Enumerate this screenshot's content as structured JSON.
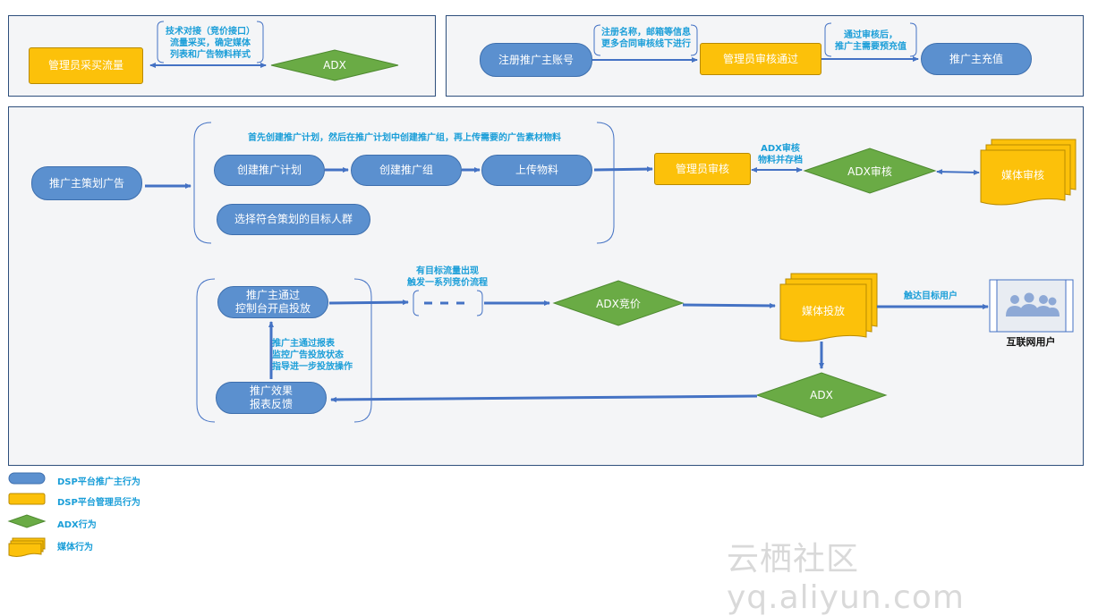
{
  "top_left": {
    "admin_buy_traffic": "管理员采买流量",
    "note_tech": "技术对接（竞价接口）\n流量采买，确定媒体\n列表和广告物料样式",
    "adx": "ADX"
  },
  "top_right": {
    "register": "注册推广主账号",
    "note_register": "注册名称，邮箱等信息\n更多合同审核线下进行",
    "admin_review_pass": "管理员审核通过",
    "note_prepay": "通过审核后，\n推广主需要预充值",
    "recharge": "推广主充值"
  },
  "main": {
    "plan_ads": "推广主策划广告",
    "note_create": "首先创建推广计划，然后在推广计划中创建推广组，再上传需要的广告素材物料",
    "create_plan": "创建推广计划",
    "create_group": "创建推广组",
    "upload": "上传物料",
    "select_audience": "选择符合策划的目标人群",
    "admin_review": "管理员审核",
    "note_adx_review": "ADX审核\n物料并存档",
    "adx_review": "ADX审核",
    "media_review": "媒体审核",
    "console_start": "推广主通过\n控制台开启投放",
    "note_bidding": "有目标流量出现\n触发一系列竞价流程",
    "adx_bid": "ADX竞价",
    "media_deliver": "媒体投放",
    "note_reach": "触达目标用户",
    "internet_users": "互联网用户",
    "note_report": "推广主通过报表\n监控广告投放状态\n指导进一步投放操作",
    "report": "推广效果\n报表反馈",
    "adx_bottom": "ADX"
  },
  "legend": [
    {
      "label": "DSP平台推广主行为",
      "shape": "rounded-blue"
    },
    {
      "label": "DSP平台管理员行为",
      "shape": "rounded-yellow"
    },
    {
      "label": "ADX行为",
      "shape": "diamond-green"
    },
    {
      "label": "媒体行为",
      "shape": "document-yellow"
    }
  ],
  "watermark": "云栖社区 yq.aliyun.com",
  "colors": {
    "advertiser": "#5b90cf",
    "admin": "#fcc10a",
    "adx": "#6aab45",
    "arrow": "#4472c4",
    "note_text": "#1a9ed8"
  }
}
